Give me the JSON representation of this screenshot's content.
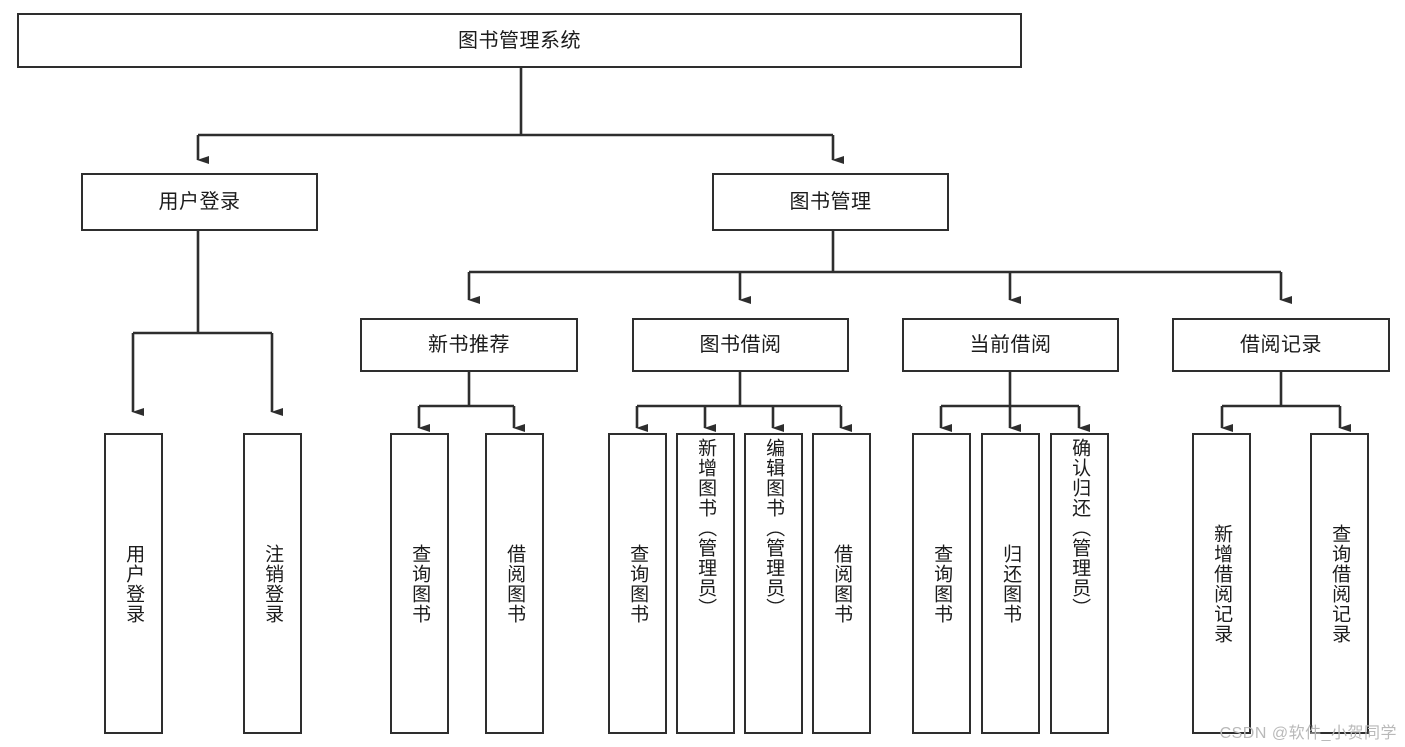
{
  "diagram": {
    "title_node": {
      "label": "图书管理系统"
    },
    "level2": [
      {
        "id": "user-login",
        "label": "用户登录"
      },
      {
        "id": "book-management",
        "label": "图书管理"
      }
    ],
    "level3": [
      {
        "id": "new-book-recommend",
        "label": "新书推荐"
      },
      {
        "id": "book-borrow",
        "label": "图书借阅"
      },
      {
        "id": "current-borrow",
        "label": "当前借阅"
      },
      {
        "id": "borrow-record",
        "label": "借阅记录"
      }
    ],
    "leaves": {
      "user_login": [
        {
          "id": "leaf-user-login",
          "label": "用户登录"
        },
        {
          "id": "leaf-logout-login",
          "label": "注销登录"
        }
      ],
      "new_book_recommend": [
        {
          "id": "leaf-query-book-1",
          "label": "查询图书"
        },
        {
          "id": "leaf-borrow-book-1",
          "label": "借阅图书"
        }
      ],
      "book_borrow": [
        {
          "id": "leaf-query-book-2",
          "label": "查询图书"
        },
        {
          "id": "leaf-add-book",
          "label": "新增图书（管理员）"
        },
        {
          "id": "leaf-edit-book",
          "label": "编辑图书（管理员）"
        },
        {
          "id": "leaf-borrow-book-2",
          "label": "借阅图书"
        }
      ],
      "current_borrow": [
        {
          "id": "leaf-query-book-3",
          "label": "查询图书"
        },
        {
          "id": "leaf-return-book",
          "label": "归还图书"
        },
        {
          "id": "leaf-confirm-return",
          "label": "确认归还（管理员）"
        }
      ],
      "borrow_record": [
        {
          "id": "leaf-add-record",
          "label": "新增借阅记录"
        },
        {
          "id": "leaf-query-record",
          "label": "查询借阅记录"
        }
      ]
    },
    "colors": {
      "stroke": "#2e2e2e",
      "text": "#1b1b1b",
      "background": "#ffffff",
      "watermark": "#b9b9b9"
    }
  },
  "watermark": {
    "text": "CSDN @软件_小贺同学"
  }
}
